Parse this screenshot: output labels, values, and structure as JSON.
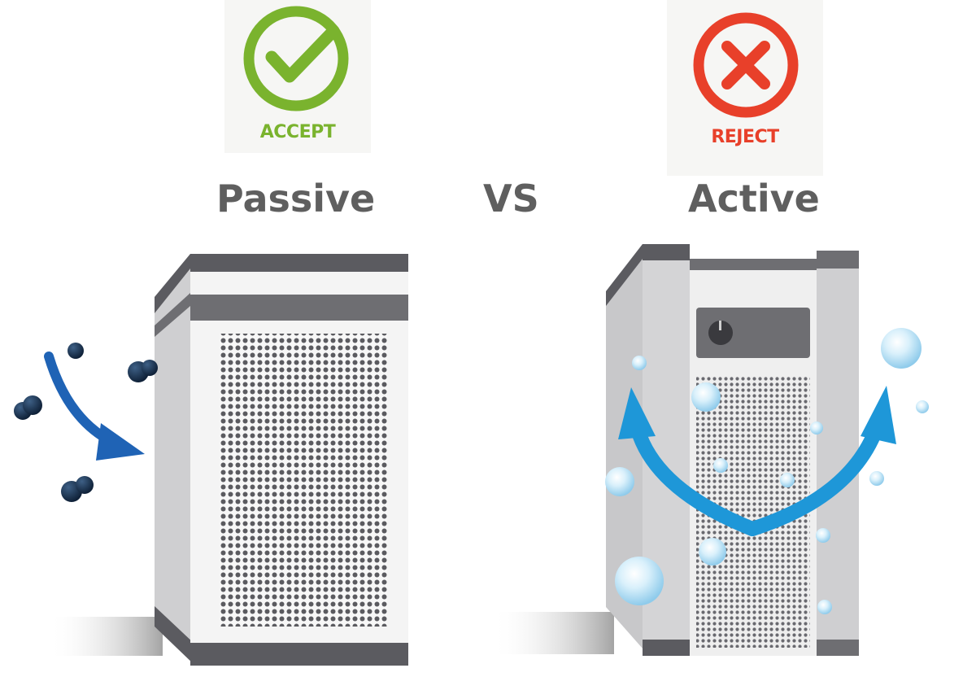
{
  "accept": {
    "label": "ACCEPT",
    "icon": "check-circle-icon",
    "color": "#7ab32e"
  },
  "reject": {
    "label": "REJECT",
    "icon": "x-circle-icon",
    "color": "#e8402a"
  },
  "headings": {
    "passive": "Passive",
    "vs": "VS",
    "active": "Active",
    "color": "#5f5f5f"
  },
  "passive_unit": {
    "icon": "passive-air-purifier-illustration"
  },
  "active_unit": {
    "icon": "active-air-purifier-illustration"
  },
  "colors": {
    "particle": "#1b3655",
    "arrow_in": "#1f63b5",
    "arrow_out": "#1e97d8",
    "bubble": "#bfe3f5",
    "body_light": "#f4f4f4",
    "body_mid": "#cfcfcf",
    "body_dark": "#6e6e72"
  }
}
